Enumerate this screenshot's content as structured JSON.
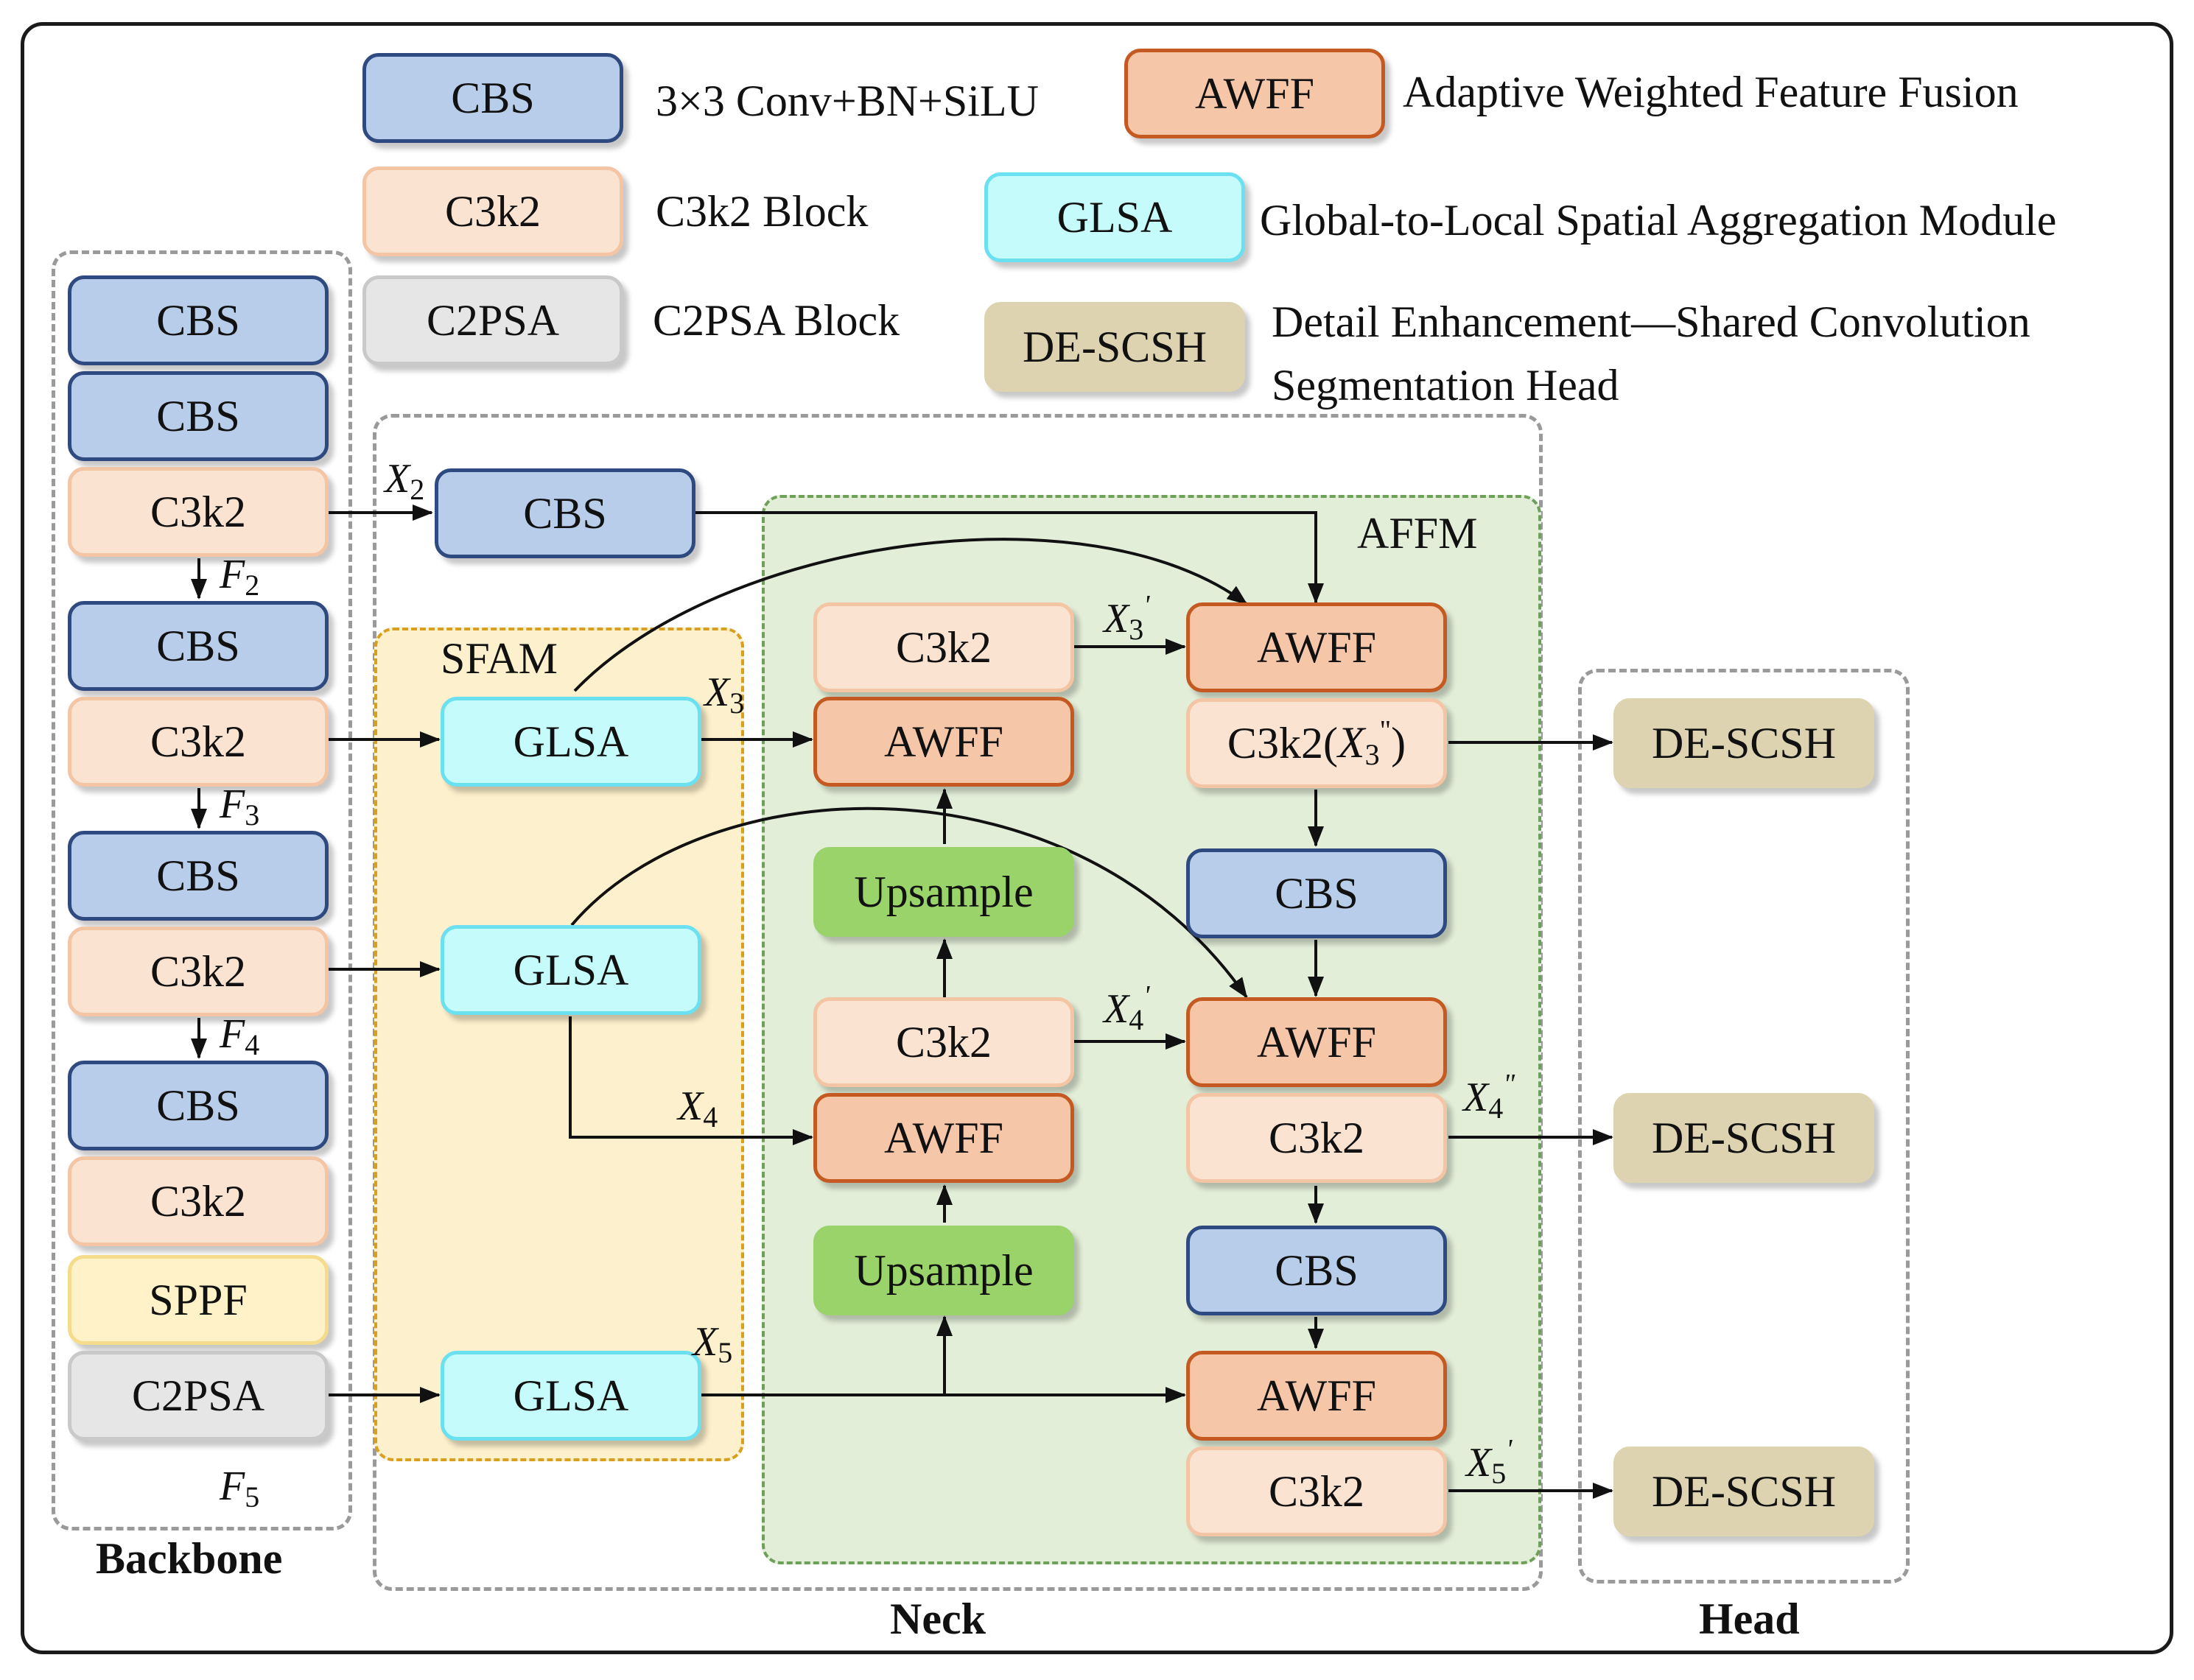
{
  "legend": [
    {
      "box": "CBS",
      "text": "3×3 Conv+BN+SiLU"
    },
    {
      "box": "C3k2",
      "text": "C3k2 Block"
    },
    {
      "box": "C2PSA",
      "text": "C2PSA Block"
    },
    {
      "box": "AWFF",
      "text": "Adaptive Weighted Feature Fusion"
    },
    {
      "box": "GLSA",
      "text": "Global-to-Local Spatial Aggregation Module"
    },
    {
      "box": "DE-SCSH",
      "text_line1": "Detail Enhancement—Shared Convolution",
      "text_line2": "Segmentation Head"
    }
  ],
  "groups": {
    "backbone": "Backbone",
    "neck": "Neck",
    "head": "Head",
    "sfam": "SFAM",
    "affm": "AFFM"
  },
  "backbone": [
    "CBS",
    "CBS",
    "C3k2",
    "CBS",
    "C3k2",
    "CBS",
    "C3k2",
    "CBS",
    "C3k2",
    "SPPF",
    "C2PSA"
  ],
  "neck": {
    "cbs_top": "CBS",
    "glsa": [
      "GLSA",
      "GLSA",
      "GLSA"
    ],
    "c3k2_left": [
      "C3k2",
      "C3k2"
    ],
    "awff_left": [
      "AWFF",
      "AWFF"
    ],
    "upsample": [
      "Upsample",
      "Upsample"
    ],
    "awff_right": [
      "AWFF",
      "AWFF",
      "AWFF"
    ],
    "c3k2_right_top_base": "C3k2(",
    "c3k2_right_top_var": "X",
    "c3k2_right_top_sub": "3",
    "c3k2_right_top_sup": "\"",
    "c3k2_right_top_close": ")",
    "c3k2_right": [
      "C3k2",
      "C3k2"
    ],
    "cbs_right": [
      "CBS",
      "CBS"
    ]
  },
  "head": [
    "DE-SCSH",
    "DE-SCSH",
    "DE-SCSH"
  ],
  "labels": {
    "F": [
      "F",
      "F",
      "F",
      "F"
    ],
    "F_subs": [
      "2",
      "3",
      "4",
      "5"
    ],
    "X": "X",
    "X2": "2",
    "X3": "3",
    "X4": "4",
    "X5": "5",
    "prime": "'",
    "dprime": "\""
  }
}
